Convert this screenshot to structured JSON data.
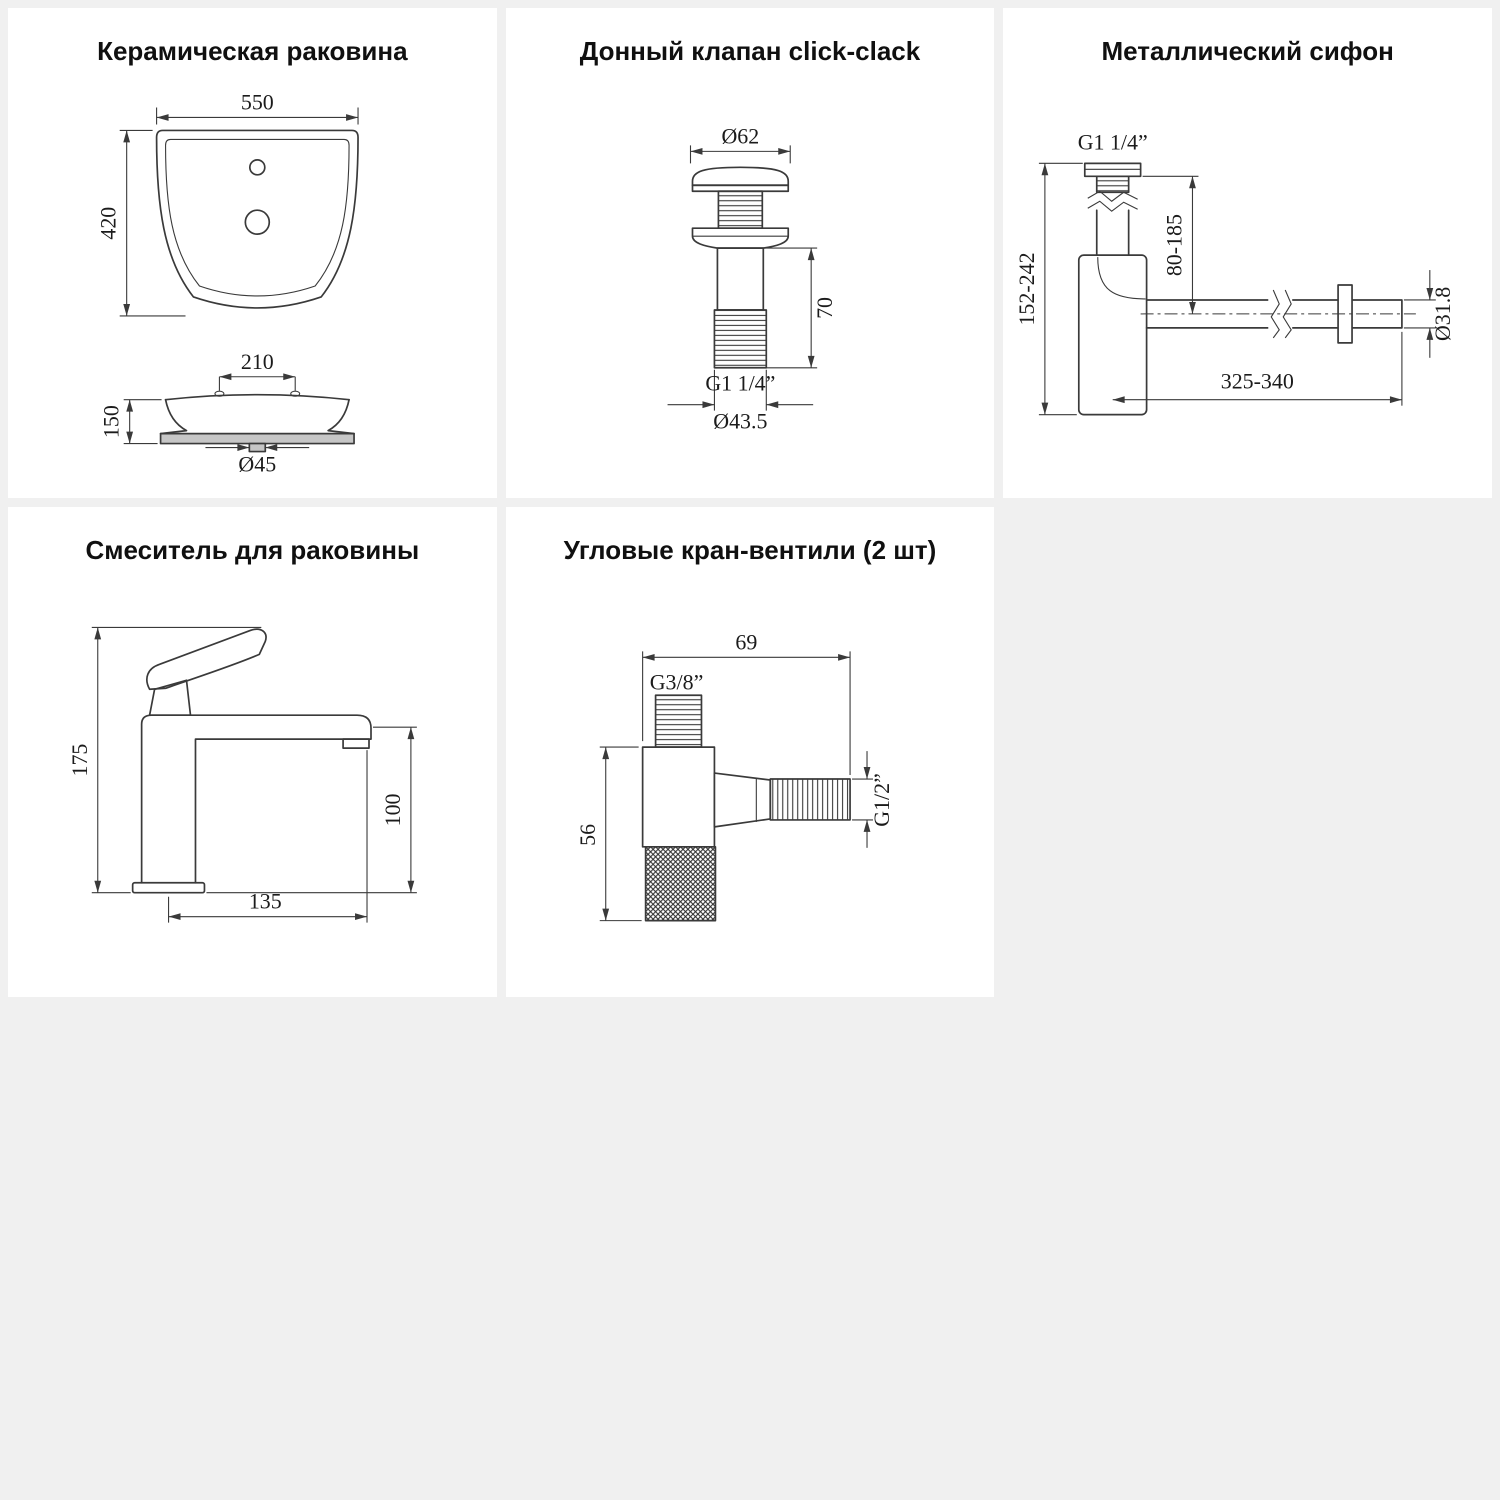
{
  "colors": {
    "background": "#f0f0f0",
    "panel": "#ffffff",
    "line": "#3a3a3a",
    "text": "#111111"
  },
  "panels": {
    "sink": {
      "title": "Керамическая раковина",
      "dims": {
        "width": "550",
        "height": "420",
        "hole_spacing": "210",
        "depth": "150",
        "drain": "Ø45"
      }
    },
    "drain_valve": {
      "title": "Донный клапан click-clack",
      "dims": {
        "cap_diameter": "Ø62",
        "body_height": "70",
        "thread": "G1 1/4”",
        "diameter": "Ø43.5"
      }
    },
    "siphon": {
      "title": "Металлический сифон",
      "dims": {
        "thread": "G1 1/4”",
        "inlet_range": "80-185",
        "height_range": "152-242",
        "pipe_diameter": "Ø31.8",
        "length_range": "325-340"
      }
    },
    "mixer": {
      "title": "Смеситель для раковины",
      "dims": {
        "height": "175",
        "spout_height": "100",
        "reach": "135"
      }
    },
    "angle_valves": {
      "title": "Угловые кран-вентили (2 шт)",
      "dims": {
        "width": "69",
        "inlet_thread": "G3/8”",
        "height": "56",
        "outlet_thread": "G1/2”"
      }
    }
  }
}
